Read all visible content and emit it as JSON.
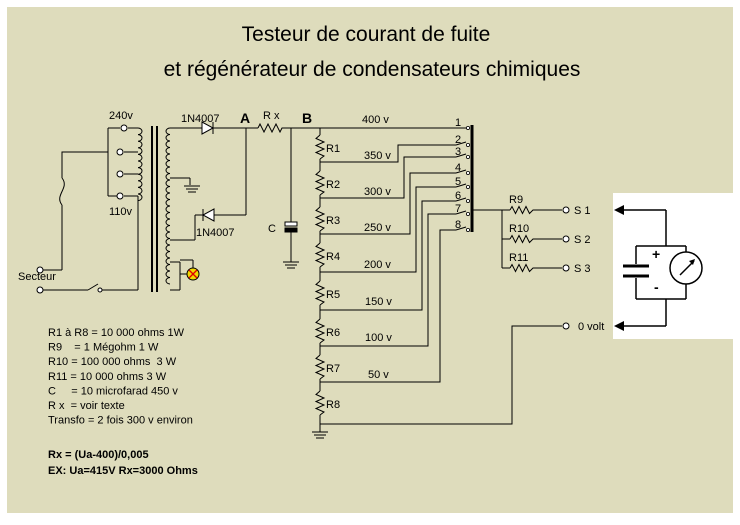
{
  "title": {
    "line1": "Testeur de courant de fuite",
    "line2": "et régénérateur de condensateurs chimiques"
  },
  "labels": {
    "v240": "240v",
    "v110": "110v",
    "diode1": "1N4007",
    "diode2": "1N4007",
    "rx": "R x",
    "node_a": "A",
    "node_b": "B",
    "cap": "C",
    "secteur": "Secteur"
  },
  "resistors": [
    "R1",
    "R2",
    "R3",
    "R4",
    "R5",
    "R6",
    "R7",
    "R8"
  ],
  "voltages": [
    "400 v",
    "350 v",
    "300 v",
    "250 v",
    "200 v",
    "150 v",
    "100 v",
    "50 v"
  ],
  "switch_positions": [
    "1",
    "2",
    "3",
    "4",
    "5",
    "6",
    "7",
    "8"
  ],
  "outputs": [
    {
      "resistor": "R9",
      "terminal": "S 1"
    },
    {
      "resistor": "R10",
      "terminal": "S 2"
    },
    {
      "resistor": "R11",
      "terminal": "S 3"
    }
  ],
  "zero_volt": "0 volt",
  "inset": {
    "plus": "+",
    "minus": "-"
  },
  "notes": [
    "R1 à R8 = 10 000 ohms 1W",
    "R9    = 1 Mégohm 1 W",
    "R10 = 100 000 ohms  3 W",
    "R11 = 10 000 ohms 3 W",
    "C     = 10 microfarad 450 v",
    "R x  = voir texte",
    "Transfo = 2 fois 300 v environ"
  ],
  "formula": {
    "line1": "Rx = (Ua-400)/0,005",
    "line2": "EX: Ua=415V  Rx=3000 Ohms"
  },
  "colors": {
    "panel": "#dedcbc",
    "lamp": "#f2d700",
    "lamp_cross": "#e00000"
  }
}
